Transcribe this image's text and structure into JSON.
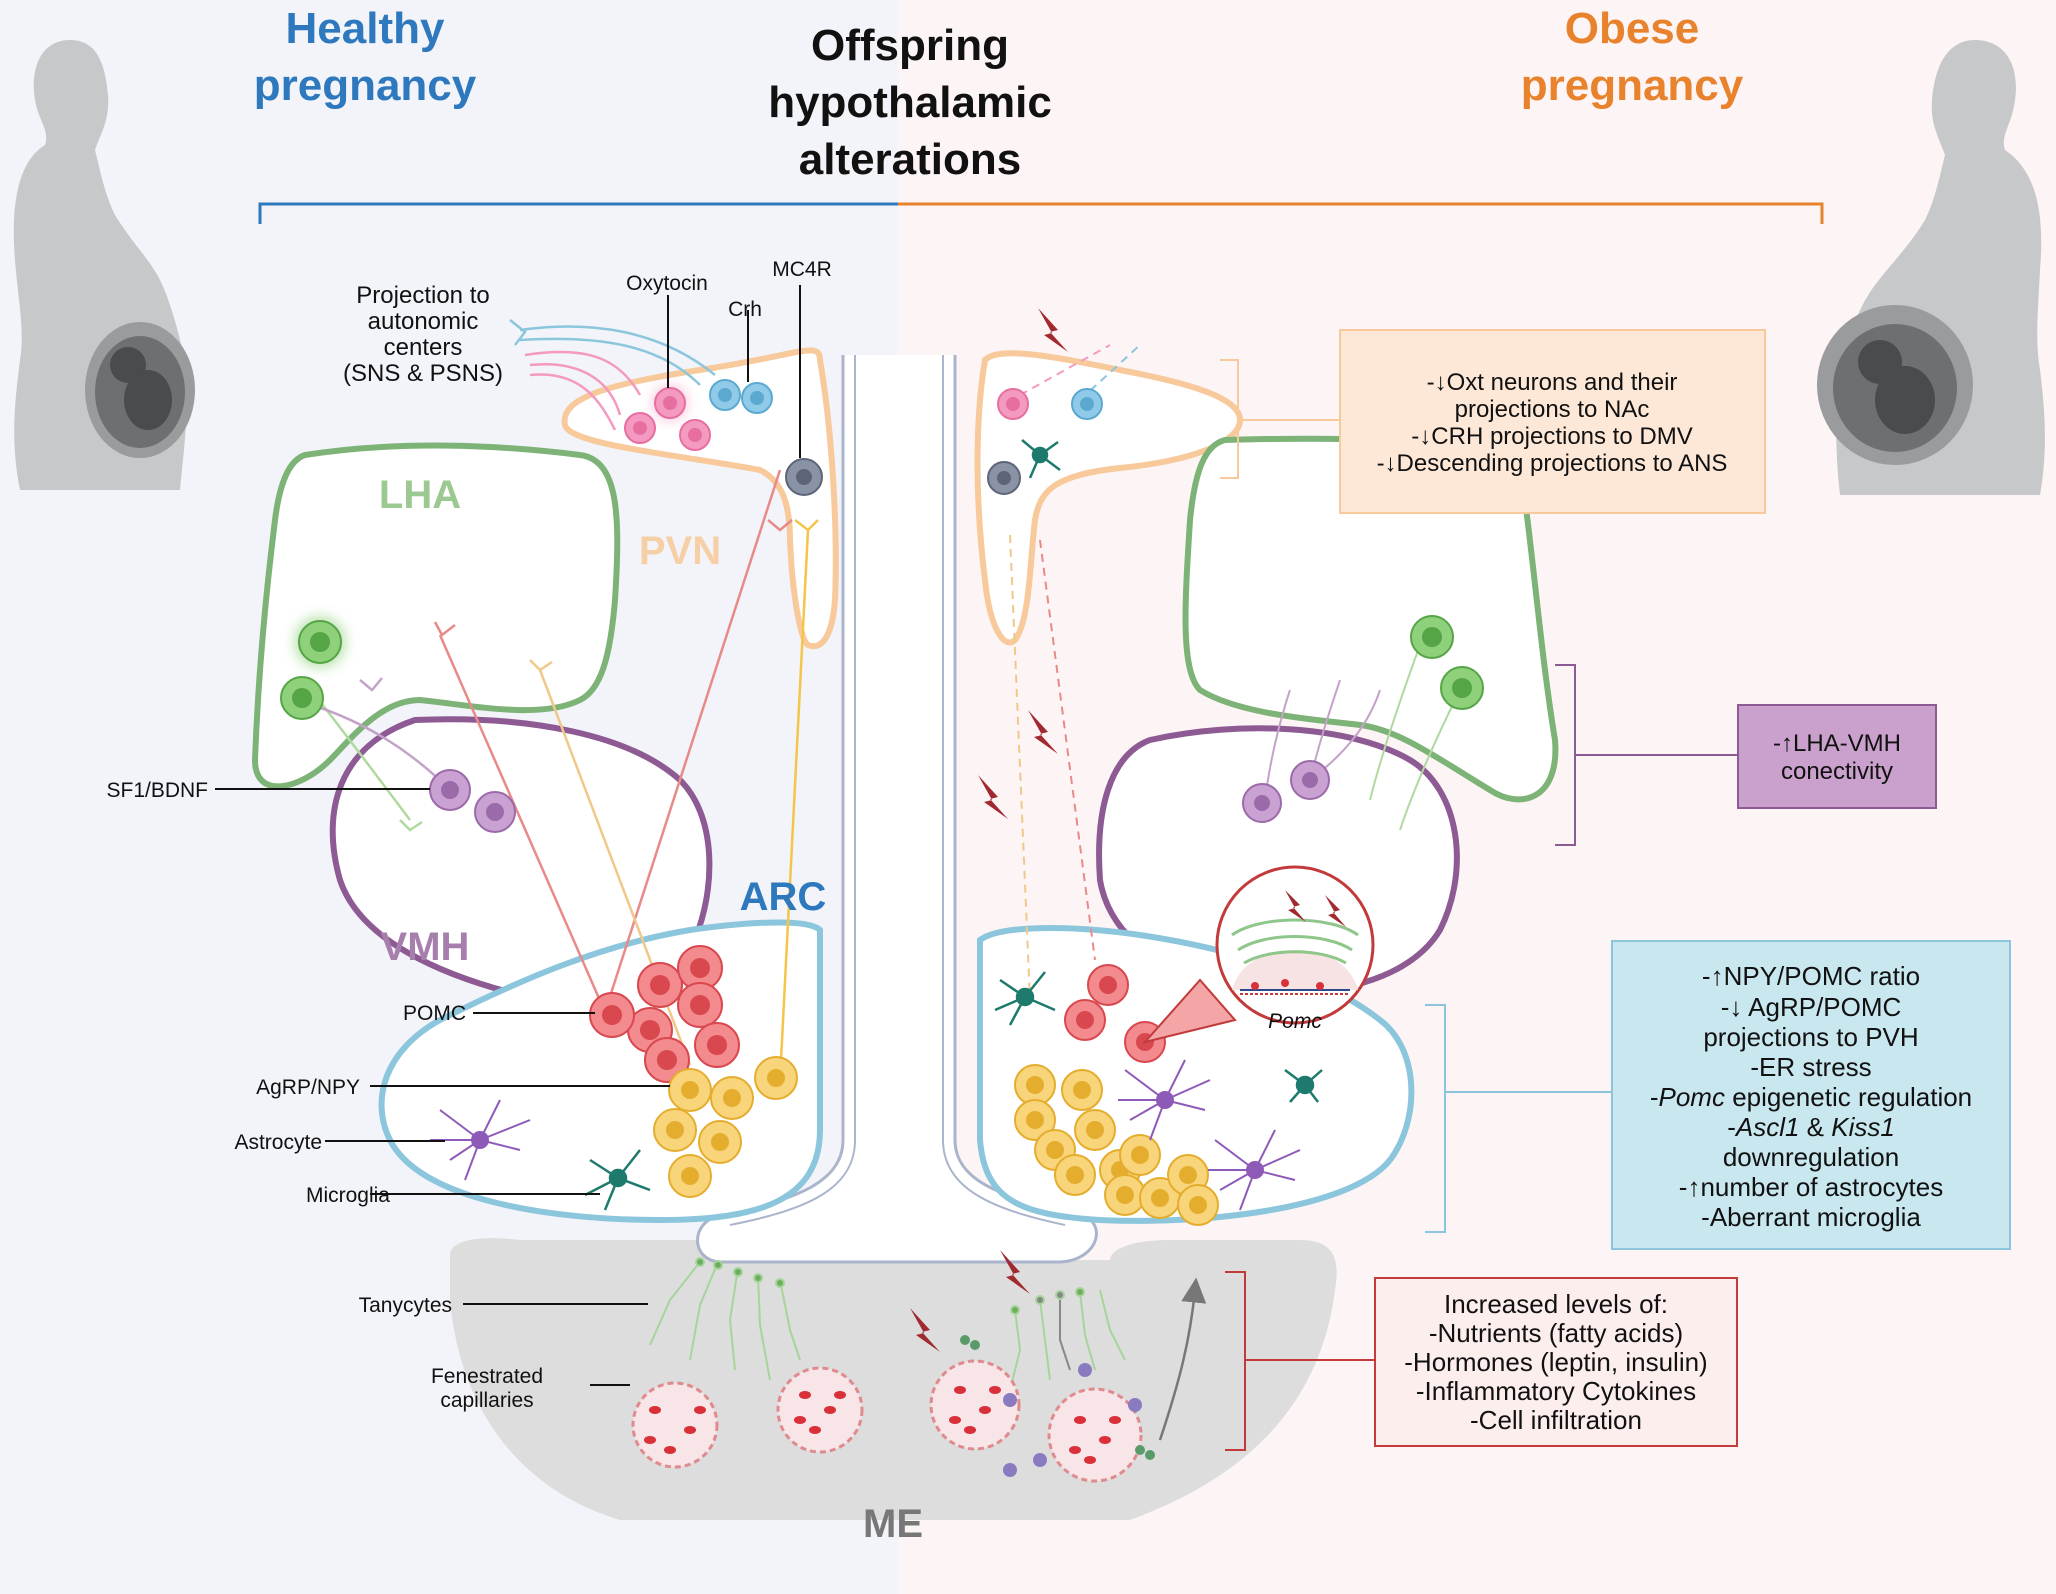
{
  "header": {
    "healthy_line1": "Healthy",
    "healthy_line2": "pregnancy",
    "title_line1": "Offspring",
    "title_line2": "hypothalamic",
    "title_line3": "alterations",
    "obese_line1": "Obese",
    "obese_line2": "pregnancy"
  },
  "regions": {
    "lha": "LHA",
    "pvn": "PVN",
    "vmh": "VMH",
    "arc": "ARC",
    "me": "ME"
  },
  "labels": {
    "projection_line1": "Projection to",
    "projection_line2": "autonomic",
    "projection_line3": "centers",
    "projection_line4": "(SNS & PSNS)",
    "oxytocin": "Oxytocin",
    "crh": "Crh",
    "mc4r": "MC4R",
    "sf1_bdnf": "SF1/BDNF",
    "pomc": "POMC",
    "agrp_npy": "AgRP/NPY",
    "astrocyte": "Astrocyte",
    "microglia": "Microglia",
    "tanycytes": "Tanycytes",
    "fenestrated_line1": "Fenestrated",
    "fenestrated_line2": "capillaries",
    "pomc_inset": "Pomc"
  },
  "boxes": {
    "pvn_box": {
      "line1": "-↓Oxt neurons and their",
      "line2": "projections to NAc",
      "line3": "-↓CRH projections to DMV",
      "line4": "-↓Descending projections to ANS"
    },
    "lha_box": {
      "line1": "-↑LHA-VMH",
      "line2": "conectivity"
    },
    "arc_box": {
      "line1": "-↑NPY/POMC ratio",
      "line2": "-↓ AgRP/POMC",
      "line3": "projections to PVH",
      "line4": "-ER stress",
      "line5_italic": "Pomc",
      "line5_rest": " epigenetic regulation",
      "line6_dash": "-",
      "line6_italic1": "Ascl1",
      "line6_mid": " & ",
      "line6_italic2": "Kiss1",
      "line7": "downregulation",
      "line8": "-↑number of astrocytes",
      "line9": "-Aberrant microglia"
    },
    "me_box": {
      "line1": "Increased levels of:",
      "line2": "-Nutrients (fatty acids)",
      "line3": "-Hormones (leptin, insulin)",
      "line4": "-Inflammatory Cytokines",
      "line5": "-Cell infiltration"
    }
  },
  "colors": {
    "healthy_blue": "#2e78bd",
    "obese_orange": "#e8822c",
    "lha_green": "#7db377",
    "pvn_orange": "#f7c99b",
    "vmh_purple": "#8e5a93",
    "arc_blue": "#8cc6dc",
    "pomc_red": "#e85a5f",
    "agrp_yellow": "#f5c54a",
    "me_gray": "#dddddd",
    "left_bg": "#f3f5fb",
    "right_bg": "#fdf5f5"
  }
}
